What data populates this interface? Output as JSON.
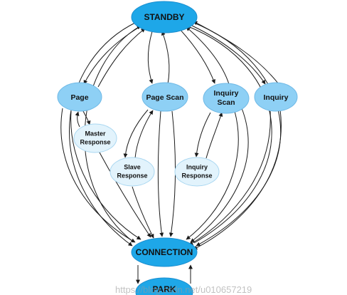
{
  "nodes": {
    "standby": "STANDBY",
    "page": "Page",
    "page_scan": "Page Scan",
    "inquiry_scan_line1": "Inquiry",
    "inquiry_scan_line2": "Scan",
    "inquiry": "Inquiry",
    "master_response_line1": "Master",
    "master_response_line2": "Response",
    "slave_response_line1": "Slave",
    "slave_response_line2": "Response",
    "inquiry_response_line1": "Inquiry",
    "inquiry_response_line2": "Response",
    "connection": "CONNECTION",
    "park": "PARK"
  },
  "watermark": "https://blog.csdn.net/u010657219",
  "colors": {
    "primary_node": "#1ea7e8",
    "secondary_node": "#8ed0f5",
    "response_node": "#e2f3fc",
    "edge": "#1a1a1a"
  }
}
